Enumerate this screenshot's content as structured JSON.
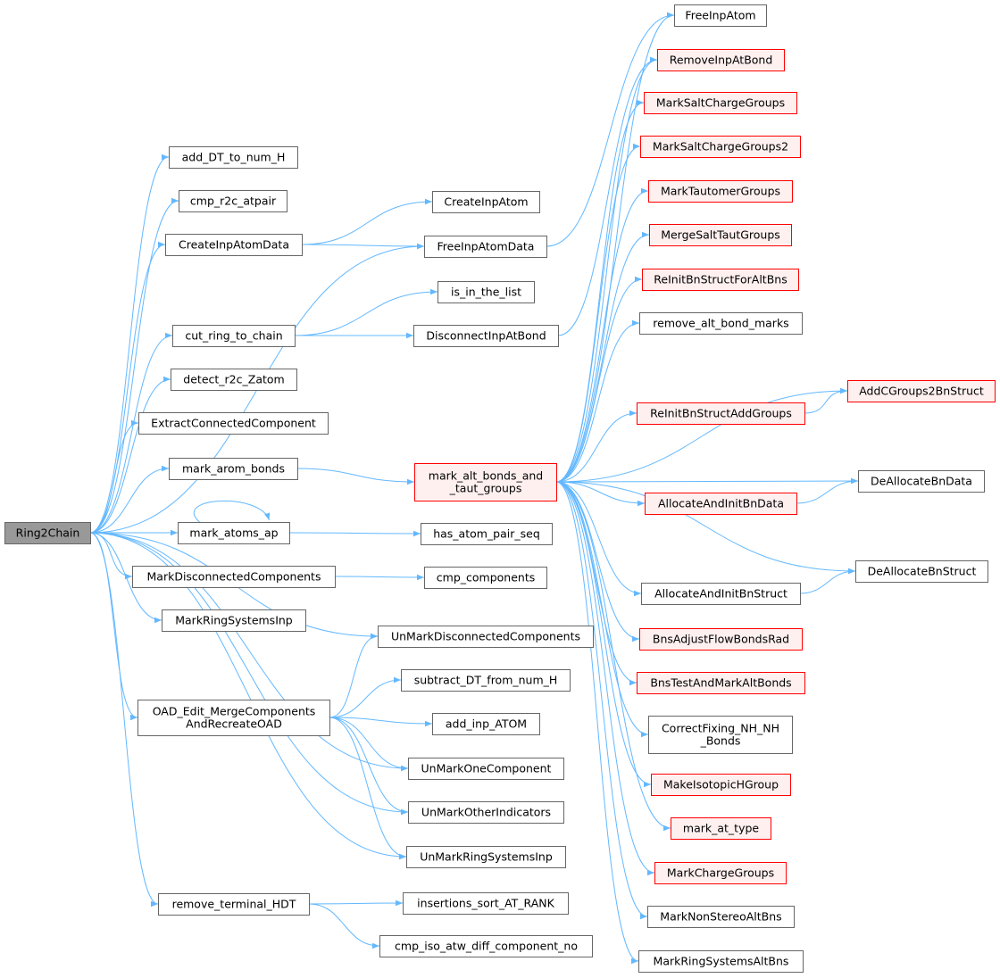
{
  "colors": {
    "edge": "#63b8ff",
    "node_border": "#666666",
    "node_fill": "#ffffff",
    "highlight_border": "#ff0000",
    "highlight_fill": "#fff0f0",
    "root_fill": "#999999"
  },
  "nodes": {
    "Ring2Chain": {
      "lines": [
        "Ring2Chain"
      ],
      "style": "root"
    },
    "add_DT_to_num_H": {
      "lines": [
        "add_DT_to_num_H"
      ],
      "style": "normal"
    },
    "cmp_r2c_atpair": {
      "lines": [
        "cmp_r2c_atpair"
      ],
      "style": "normal"
    },
    "CreateInpAtomData": {
      "lines": [
        "CreateInpAtomData"
      ],
      "style": "normal"
    },
    "cut_ring_to_chain": {
      "lines": [
        "cut_ring_to_chain"
      ],
      "style": "normal"
    },
    "detect_r2c_Zatom": {
      "lines": [
        "detect_r2c_Zatom"
      ],
      "style": "normal"
    },
    "ExtractConnectedComponent": {
      "lines": [
        "ExtractConnectedComponent"
      ],
      "style": "normal"
    },
    "mark_arom_bonds": {
      "lines": [
        "mark_arom_bonds"
      ],
      "style": "normal"
    },
    "mark_atoms_ap": {
      "lines": [
        "mark_atoms_ap"
      ],
      "style": "normal"
    },
    "MarkDisconnectedComponents": {
      "lines": [
        "MarkDisconnectedComponents"
      ],
      "style": "normal"
    },
    "MarkRingSystemsInp": {
      "lines": [
        "MarkRingSystemsInp"
      ],
      "style": "normal"
    },
    "OAD_Edit_MergeComponentsAndRecreateOAD": {
      "lines": [
        "OAD_Edit_MergeComponents",
        "AndRecreateOAD"
      ],
      "style": "normal"
    },
    "remove_terminal_HDT": {
      "lines": [
        "remove_terminal_HDT"
      ],
      "style": "normal"
    },
    "CreateInpAtom": {
      "lines": [
        "CreateInpAtom"
      ],
      "style": "normal"
    },
    "FreeInpAtomData": {
      "lines": [
        "FreeInpAtomData"
      ],
      "style": "normal"
    },
    "is_in_the_list": {
      "lines": [
        "is_in_the_list"
      ],
      "style": "normal"
    },
    "DisconnectInpAtBond": {
      "lines": [
        "DisconnectInpAtBond"
      ],
      "style": "normal"
    },
    "mark_alt_bonds_and_taut_groups": {
      "lines": [
        "mark_alt_bonds_and",
        "_taut_groups"
      ],
      "style": "red"
    },
    "has_atom_pair_seq": {
      "lines": [
        "has_atom_pair_seq"
      ],
      "style": "normal"
    },
    "cmp_components": {
      "lines": [
        "cmp_components"
      ],
      "style": "normal"
    },
    "UnMarkDisconnectedComponents": {
      "lines": [
        "UnMarkDisconnectedComponents"
      ],
      "style": "normal"
    },
    "subtract_DT_from_num_H": {
      "lines": [
        "subtract_DT_from_num_H"
      ],
      "style": "normal"
    },
    "add_inp_ATOM": {
      "lines": [
        "add_inp_ATOM"
      ],
      "style": "normal"
    },
    "UnMarkOneComponent": {
      "lines": [
        "UnMarkOneComponent"
      ],
      "style": "normal"
    },
    "UnMarkOtherIndicators": {
      "lines": [
        "UnMarkOtherIndicators"
      ],
      "style": "normal"
    },
    "UnMarkRingSystemsInp": {
      "lines": [
        "UnMarkRingSystemsInp"
      ],
      "style": "normal"
    },
    "insertions_sort_AT_RANK": {
      "lines": [
        "insertions_sort_AT_RANK"
      ],
      "style": "normal"
    },
    "cmp_iso_atw_diff_component_no": {
      "lines": [
        "cmp_iso_atw_diff_component_no"
      ],
      "style": "normal"
    },
    "FreeInpAtom": {
      "lines": [
        "FreeInpAtom"
      ],
      "style": "normal"
    },
    "RemoveInpAtBond": {
      "lines": [
        "RemoveInpAtBond"
      ],
      "style": "red"
    },
    "MarkSaltChargeGroups": {
      "lines": [
        "MarkSaltChargeGroups"
      ],
      "style": "red"
    },
    "MarkSaltChargeGroups2": {
      "lines": [
        "MarkSaltChargeGroups2"
      ],
      "style": "red"
    },
    "MarkTautomerGroups": {
      "lines": [
        "MarkTautomerGroups"
      ],
      "style": "red"
    },
    "MergeSaltTautGroups": {
      "lines": [
        "MergeSaltTautGroups"
      ],
      "style": "red"
    },
    "ReInitBnStructForAltBns": {
      "lines": [
        "ReInitBnStructForAltBns"
      ],
      "style": "red"
    },
    "remove_alt_bond_marks": {
      "lines": [
        "remove_alt_bond_marks"
      ],
      "style": "normal"
    },
    "ReInitBnStructAddGroups": {
      "lines": [
        "ReInitBnStructAddGroups"
      ],
      "style": "red"
    },
    "AllocateAndInitBnData": {
      "lines": [
        "AllocateAndInitBnData"
      ],
      "style": "red"
    },
    "AllocateAndInitBnStruct": {
      "lines": [
        "AllocateAndInitBnStruct"
      ],
      "style": "normal"
    },
    "BnsAdjustFlowBondsRad": {
      "lines": [
        "BnsAdjustFlowBondsRad"
      ],
      "style": "red"
    },
    "BnsTestAndMarkAltBonds": {
      "lines": [
        "BnsTestAndMarkAltBonds"
      ],
      "style": "red"
    },
    "CorrectFixing_NH_NH_Bonds": {
      "lines": [
        "CorrectFixing_NH_NH",
        "_Bonds"
      ],
      "style": "normal"
    },
    "MakeIsotopicHGroup": {
      "lines": [
        "MakeIsotopicHGroup"
      ],
      "style": "red"
    },
    "mark_at_type": {
      "lines": [
        "mark_at_type"
      ],
      "style": "red"
    },
    "MarkChargeGroups": {
      "lines": [
        "MarkChargeGroups"
      ],
      "style": "red"
    },
    "MarkNonStereoAltBns": {
      "lines": [
        "MarkNonStereoAltBns"
      ],
      "style": "normal"
    },
    "MarkRingSystemsAltBns": {
      "lines": [
        "MarkRingSystemsAltBns"
      ],
      "style": "normal"
    },
    "AddCGroups2BnStruct": {
      "lines": [
        "AddCGroups2BnStruct"
      ],
      "style": "red"
    },
    "DeAllocateBnData": {
      "lines": [
        "DeAllocateBnData"
      ],
      "style": "normal"
    },
    "DeAllocateBnStruct": {
      "lines": [
        "DeAllocateBnStruct"
      ],
      "style": "normal"
    }
  },
  "edges": [
    [
      "Ring2Chain",
      "add_DT_to_num_H"
    ],
    [
      "Ring2Chain",
      "cmp_r2c_atpair"
    ],
    [
      "Ring2Chain",
      "CreateInpAtomData"
    ],
    [
      "Ring2Chain",
      "FreeInpAtomData"
    ],
    [
      "Ring2Chain",
      "cut_ring_to_chain"
    ],
    [
      "Ring2Chain",
      "detect_r2c_Zatom"
    ],
    [
      "Ring2Chain",
      "ExtractConnectedComponent"
    ],
    [
      "Ring2Chain",
      "mark_arom_bonds"
    ],
    [
      "Ring2Chain",
      "mark_atoms_ap"
    ],
    [
      "Ring2Chain",
      "MarkDisconnectedComponents"
    ],
    [
      "Ring2Chain",
      "MarkRingSystemsInp"
    ],
    [
      "Ring2Chain",
      "UnMarkDisconnectedComponents"
    ],
    [
      "Ring2Chain",
      "OAD_Edit_MergeComponentsAndRecreateOAD"
    ],
    [
      "Ring2Chain",
      "UnMarkOneComponent"
    ],
    [
      "Ring2Chain",
      "UnMarkOtherIndicators"
    ],
    [
      "Ring2Chain",
      "UnMarkRingSystemsInp"
    ],
    [
      "Ring2Chain",
      "remove_terminal_HDT"
    ],
    [
      "CreateInpAtomData",
      "CreateInpAtom"
    ],
    [
      "CreateInpAtomData",
      "FreeInpAtomData"
    ],
    [
      "FreeInpAtomData",
      "FreeInpAtom"
    ],
    [
      "cut_ring_to_chain",
      "is_in_the_list"
    ],
    [
      "cut_ring_to_chain",
      "DisconnectInpAtBond"
    ],
    [
      "DisconnectInpAtBond",
      "RemoveInpAtBond"
    ],
    [
      "mark_arom_bonds",
      "mark_alt_bonds_and_taut_groups"
    ],
    [
      "mark_atoms_ap",
      "mark_atoms_ap"
    ],
    [
      "mark_atoms_ap",
      "has_atom_pair_seq"
    ],
    [
      "MarkDisconnectedComponents",
      "cmp_components"
    ],
    [
      "OAD_Edit_MergeComponentsAndRecreateOAD",
      "UnMarkDisconnectedComponents"
    ],
    [
      "OAD_Edit_MergeComponentsAndRecreateOAD",
      "subtract_DT_from_num_H"
    ],
    [
      "OAD_Edit_MergeComponentsAndRecreateOAD",
      "add_inp_ATOM"
    ],
    [
      "OAD_Edit_MergeComponentsAndRecreateOAD",
      "UnMarkOneComponent"
    ],
    [
      "OAD_Edit_MergeComponentsAndRecreateOAD",
      "UnMarkOtherIndicators"
    ],
    [
      "OAD_Edit_MergeComponentsAndRecreateOAD",
      "UnMarkRingSystemsInp"
    ],
    [
      "remove_terminal_HDT",
      "insertions_sort_AT_RANK"
    ],
    [
      "remove_terminal_HDT",
      "cmp_iso_atw_diff_component_no"
    ],
    [
      "mark_alt_bonds_and_taut_groups",
      "MarkSaltChargeGroups"
    ],
    [
      "mark_alt_bonds_and_taut_groups",
      "MarkSaltChargeGroups2"
    ],
    [
      "mark_alt_bonds_and_taut_groups",
      "MarkTautomerGroups"
    ],
    [
      "mark_alt_bonds_and_taut_groups",
      "MergeSaltTautGroups"
    ],
    [
      "mark_alt_bonds_and_taut_groups",
      "ReInitBnStructForAltBns"
    ],
    [
      "mark_alt_bonds_and_taut_groups",
      "remove_alt_bond_marks"
    ],
    [
      "mark_alt_bonds_and_taut_groups",
      "AddCGroups2BnStruct"
    ],
    [
      "mark_alt_bonds_and_taut_groups",
      "ReInitBnStructAddGroups"
    ],
    [
      "mark_alt_bonds_and_taut_groups",
      "DeAllocateBnData"
    ],
    [
      "mark_alt_bonds_and_taut_groups",
      "AllocateAndInitBnData"
    ],
    [
      "mark_alt_bonds_and_taut_groups",
      "DeAllocateBnStruct"
    ],
    [
      "mark_alt_bonds_and_taut_groups",
      "AllocateAndInitBnStruct"
    ],
    [
      "mark_alt_bonds_and_taut_groups",
      "BnsAdjustFlowBondsRad"
    ],
    [
      "mark_alt_bonds_and_taut_groups",
      "BnsTestAndMarkAltBonds"
    ],
    [
      "mark_alt_bonds_and_taut_groups",
      "CorrectFixing_NH_NH_Bonds"
    ],
    [
      "mark_alt_bonds_and_taut_groups",
      "MakeIsotopicHGroup"
    ],
    [
      "mark_alt_bonds_and_taut_groups",
      "mark_at_type"
    ],
    [
      "mark_alt_bonds_and_taut_groups",
      "MarkChargeGroups"
    ],
    [
      "mark_alt_bonds_and_taut_groups",
      "MarkNonStereoAltBns"
    ],
    [
      "mark_alt_bonds_and_taut_groups",
      "MarkRingSystemsAltBns"
    ],
    [
      "mark_alt_bonds_and_taut_groups",
      "FreeInpAtom"
    ],
    [
      "mark_alt_bonds_and_taut_groups",
      "RemoveInpAtBond"
    ],
    [
      "ReInitBnStructAddGroups",
      "AddCGroups2BnStruct"
    ],
    [
      "AllocateAndInitBnData",
      "DeAllocateBnData"
    ],
    [
      "AllocateAndInitBnStruct",
      "DeAllocateBnStruct"
    ]
  ]
}
